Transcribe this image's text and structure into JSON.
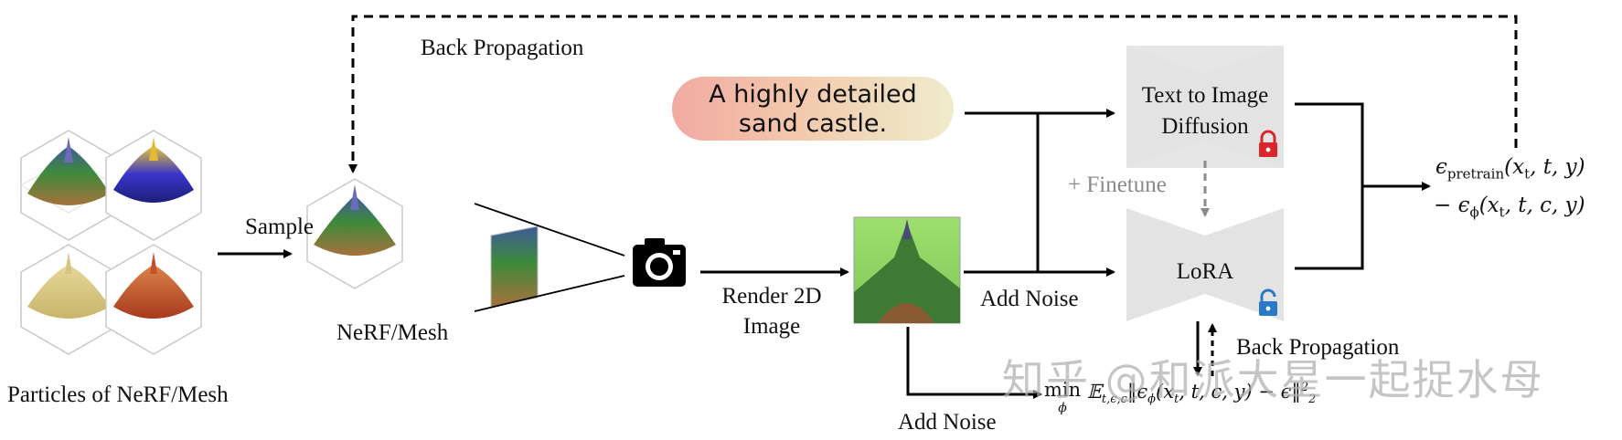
{
  "labels": {
    "back_prop_top": "Back Propagation",
    "sample": "Sample",
    "particles": "Particles of NeRF/Mesh",
    "nerf_mesh": "NeRF/Mesh",
    "render_2d": "Render 2D\nImage",
    "add_noise_mid": "Add Noise",
    "add_noise_bottom": "Add Noise",
    "finetune": "+ Finetune",
    "back_prop_lora": "Back Propagation"
  },
  "prompt": "A highly detailed\nsand castle.",
  "models": {
    "t2i": "Text to Image\nDiffusion",
    "lora": "LoRA"
  },
  "output_formula": {
    "line1_pre": "ϵ",
    "line1_sub": "pretrain",
    "line1_args": "(x",
    "line1_args_sub": "t",
    "line1_tail": ", t, y)",
    "line2_pre": "− ϵ",
    "line2_sub": "ϕ",
    "line2_args": "(x",
    "line2_args_sub": "t",
    "line2_tail": ", t, c, y)"
  },
  "loss_formula": {
    "min": "min",
    "min_sub": "ϕ",
    "expect": " 𝔼",
    "expect_sub": "t,ϵ,c",
    "body": "‖ϵ",
    "body_sub": "ϕ",
    "body_tail": "(x",
    "body_tail_sub": "t",
    "body_end": ", t, c, y) − ϵ‖",
    "norm_sub": "2",
    "norm_sup": "2"
  },
  "watermark": "知乎 @和派大星一起捉水母",
  "icons": {
    "camera": "camera-icon",
    "lock_closed": "lock-icon",
    "lock_open": "unlock-icon",
    "lock_closed_color": "#d8262c",
    "lock_open_color": "#2a79c8"
  }
}
